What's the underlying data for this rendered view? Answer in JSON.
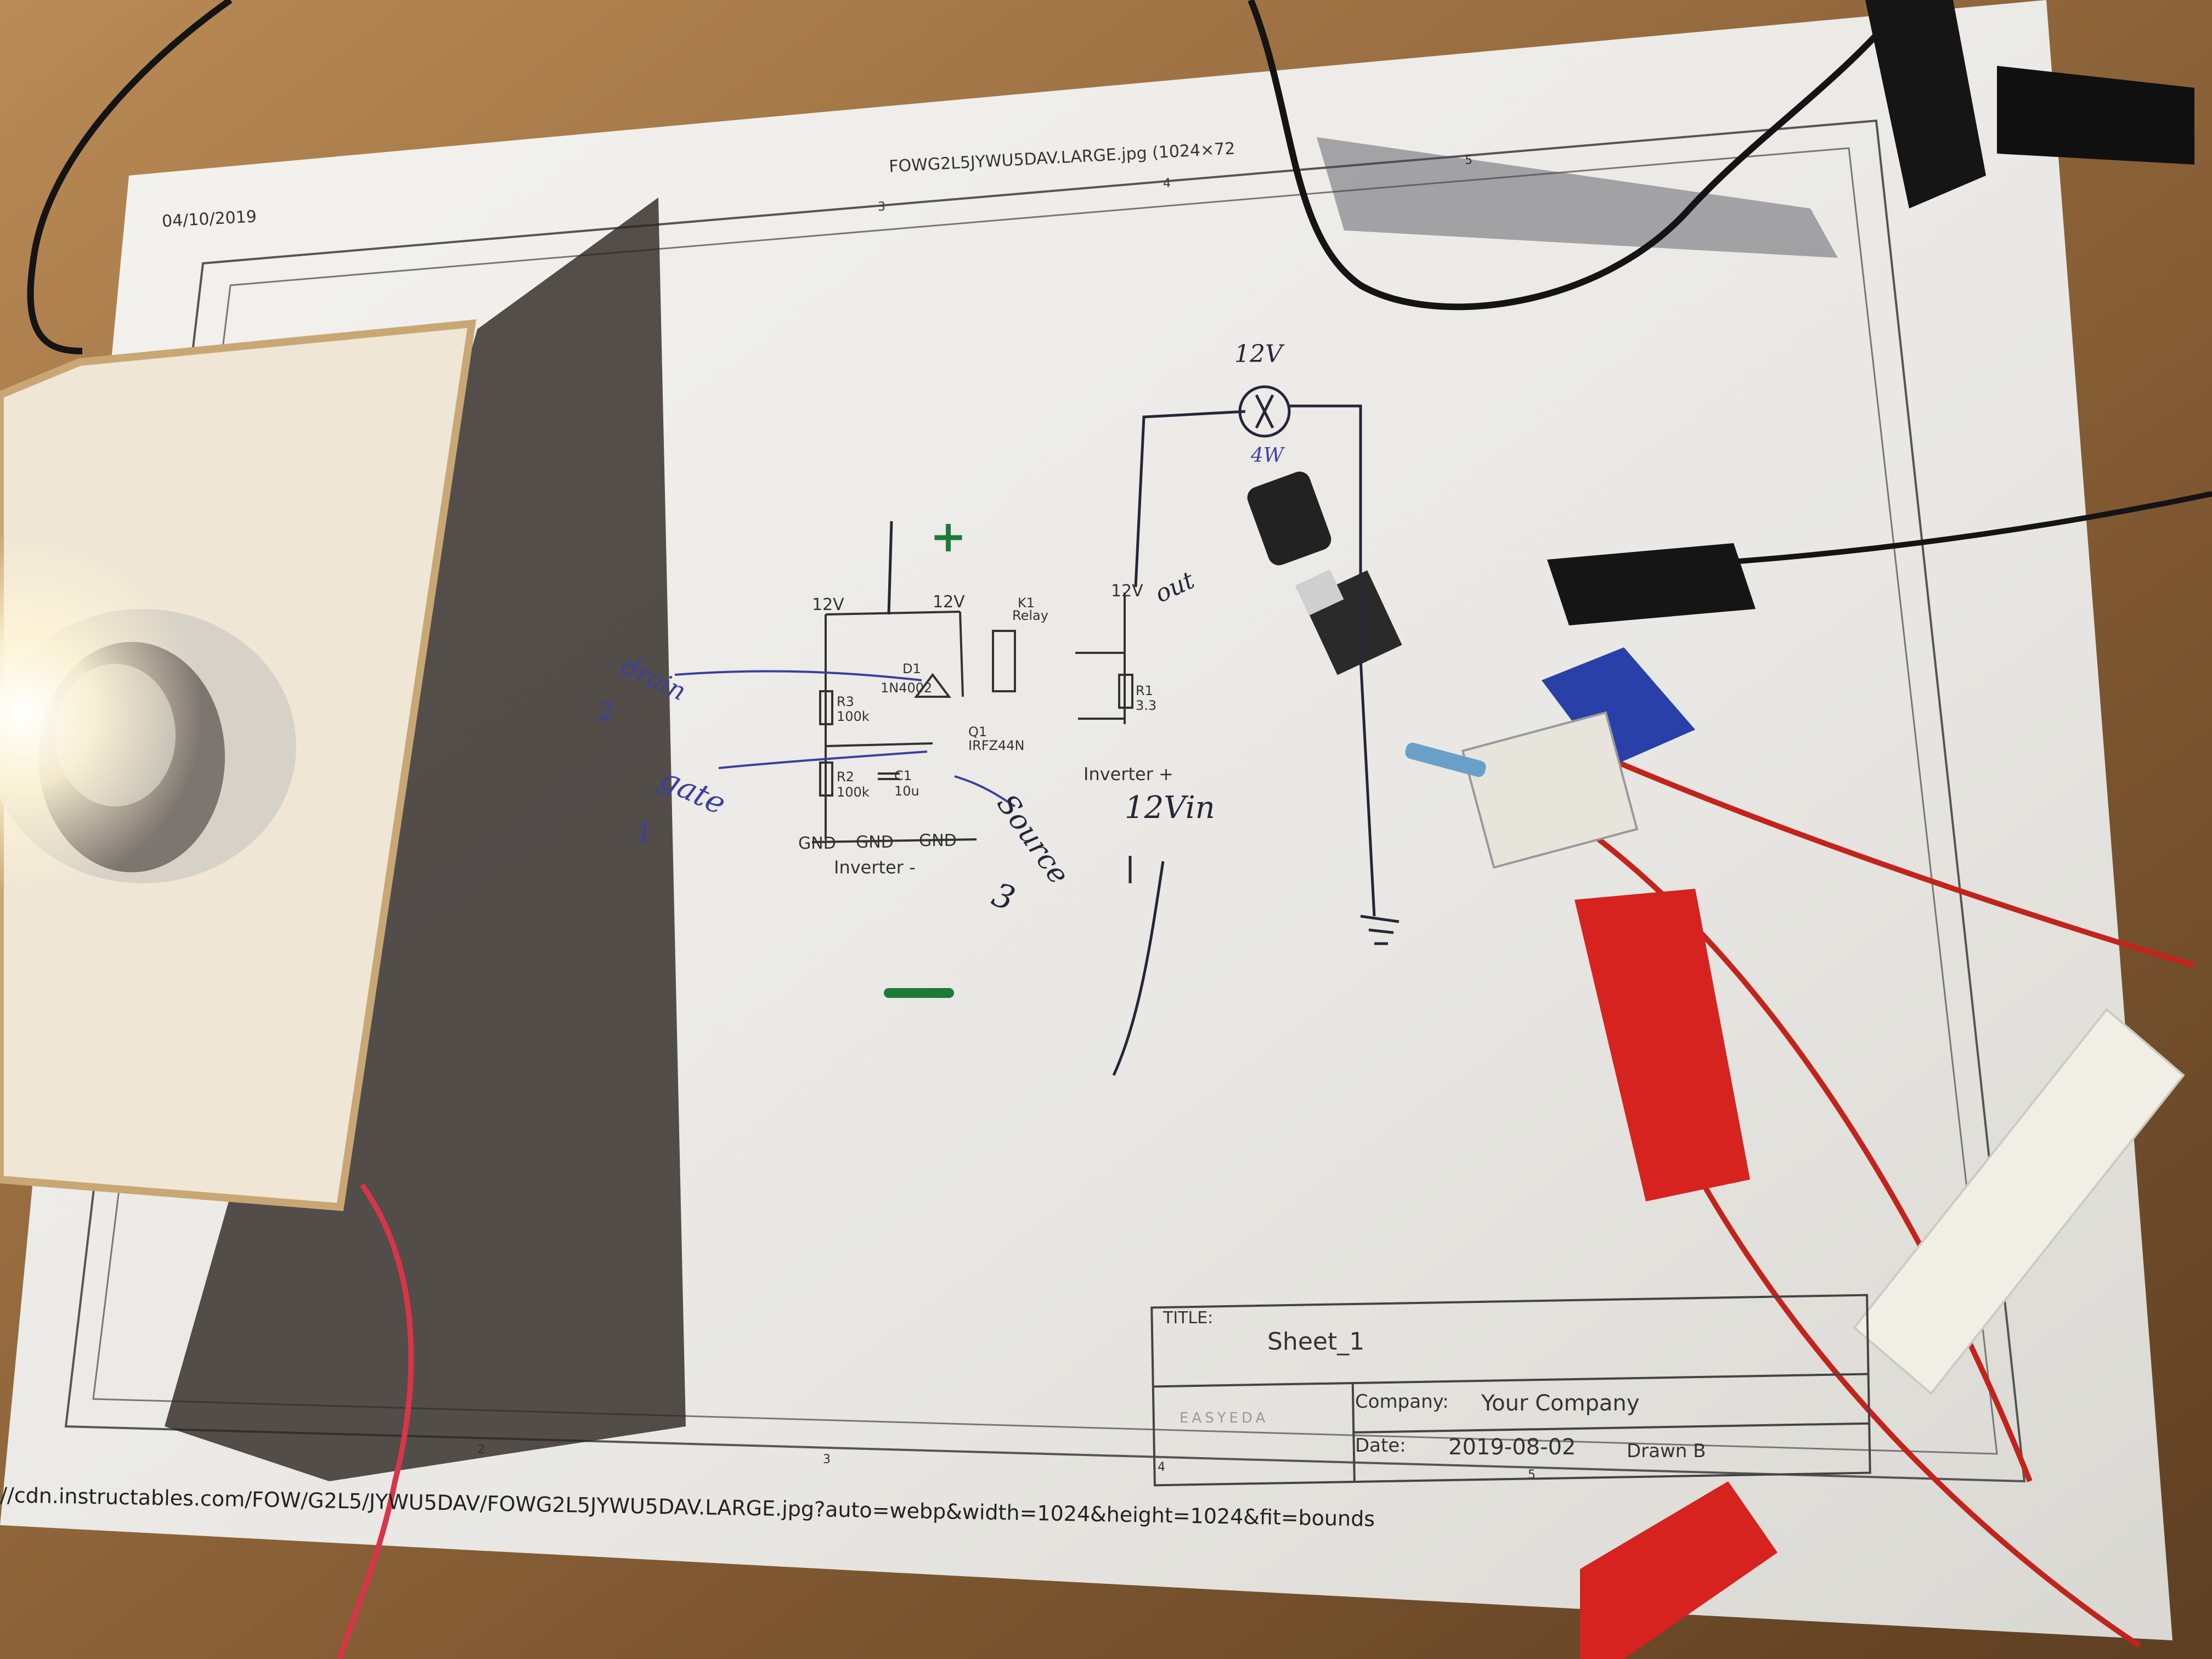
{
  "paper": {
    "print_date": "04/10/2019",
    "window_title": "FOWG2L5JYWU5DAV.LARGE.jpg (1024×72",
    "footer_url": "//cdn.instructables.com/FOW/G2L5/JYWU5DAV/FOWG2L5JYWU5DAV.LARGE.jpg?auto=webp&width=1024&height=1024&fit=bounds"
  },
  "title_block": {
    "title_label": "TITLE:",
    "title_value": "Sheet_1",
    "company_label": "Company:",
    "company_value": "Your Company",
    "date_label": "Date:",
    "date_value": "2019-08-02",
    "drawn_label": "Drawn B",
    "logo_text": "EASYEDA"
  },
  "schematic": {
    "v12_left": "12V",
    "v12_mid": "12V",
    "v12_right": "12V",
    "k1": "K1",
    "relay": "Relay",
    "d1": "D1",
    "d1_part": "1N4002",
    "r3": "R3",
    "r3_val": "100k",
    "r2": "R2",
    "r2_val": "100k",
    "c1": "C1",
    "c1_val": "10u",
    "q1": "Q1",
    "q1_part": "IRFZ44N",
    "r1": "R1",
    "r1_val": "3.3",
    "gnd1": "GND",
    "gnd2": "GND",
    "gnd3": "GND",
    "inverter_minus": "Inverter -",
    "inverter_plus": "Inverter +",
    "grid_labels": [
      "3",
      "4",
      "5",
      "2",
      "3",
      "4",
      "5"
    ]
  },
  "handwriting": {
    "drain": "drain",
    "drain_num": "2",
    "gate": "gate",
    "gate_num": "1",
    "source": "Source",
    "source_num": "3",
    "lamp_v": "12V",
    "lamp_w": "4W",
    "vin": "12Vin",
    "out": "out",
    "plus": "+",
    "minus": "—"
  },
  "colors": {
    "desk": "#7a5632",
    "paper": "#e9e8e4",
    "ink_blue": "#3b3fa0",
    "ink_green": "#1e7a3a",
    "clip_red": "#d6231f",
    "clip_black": "#1a1a1a"
  }
}
